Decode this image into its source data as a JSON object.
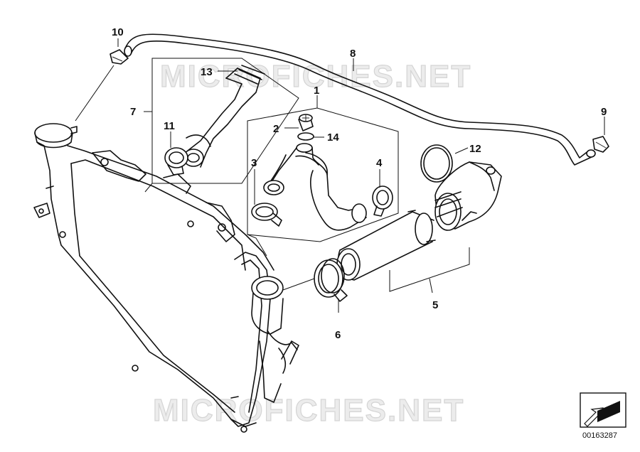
{
  "watermark": {
    "top": "MICROFICHES.NET",
    "bottom": "MICROFICHES.NET"
  },
  "callouts": {
    "n1": "1",
    "n2": "2",
    "n3": "3",
    "n4": "4",
    "n5": "5",
    "n6": "6",
    "n7": "7",
    "n8": "8",
    "n9": "9",
    "n10": "10",
    "n11": "11",
    "n12": "12",
    "n13": "13",
    "n14": "14"
  },
  "badge": {
    "code": "00163287",
    "icon": "arrow-icon"
  }
}
